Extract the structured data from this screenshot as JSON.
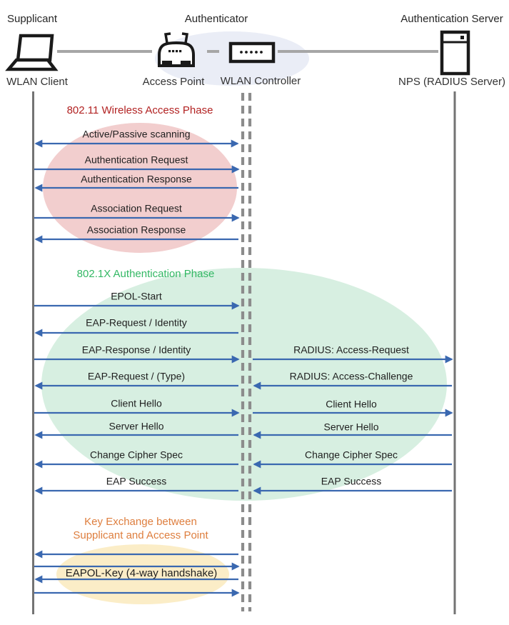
{
  "actors": {
    "supplicant_role": "Supplicant",
    "authenticator_role": "Authenticator",
    "auth_server_role": "Authentication Server",
    "wlan_client": "WLAN Client",
    "access_point": "Access Point",
    "wlan_controller": "WLAN Controller",
    "nps": "NPS (RADIUS Server)"
  },
  "phases": {
    "wireless_access": {
      "title": "802.11 Wireless Access Phase",
      "color": "#B22222",
      "fill": "#F2CECE"
    },
    "authentication": {
      "title": "802.1X Authentication Phase",
      "color": "#33B864",
      "fill": "#D7EFE1"
    },
    "key_exchange": {
      "line1": "Key Exchange between",
      "line2": "Supplicant and Access Point",
      "color": "#DE7E3E",
      "fill": "#FBEDC7"
    }
  },
  "messages": {
    "scanning": "Active/Passive scanning",
    "auth_request": "Authentication Request",
    "auth_response": "Authentication Response",
    "assoc_request": "Association Request",
    "assoc_response": "Association Response",
    "epol_start": "EPOL-Start",
    "eap_request_identity": "EAP-Request / Identity",
    "eap_response_identity": "EAP-Response / Identity",
    "radius_access_request": "RADIUS: Access-Request",
    "eap_request_type": "EAP-Request / (Type)",
    "radius_access_challenge": "RADIUS: Access-Challenge",
    "client_hello_left": "Client Hello",
    "client_hello_right": "Client Hello",
    "server_hello_left": "Server Hello",
    "server_hello_right": "Server Hello",
    "ccs_left": "Change Cipher Spec",
    "ccs_right": "Change Cipher Spec",
    "eap_success_left": "EAP Success",
    "eap_success_right": "EAP Success",
    "eapol_key": "EAPOL-Key (4-way handshake)"
  },
  "colors": {
    "arrow_blue": "#3A68B0",
    "lifeline_gray": "#737373",
    "dashed_lifeline_gray": "#8C8C8C",
    "connector_gray": "#A6A6A6",
    "authenticator_halo_fill": "#EAEDF6",
    "icon_black": "#1a1a1a"
  }
}
